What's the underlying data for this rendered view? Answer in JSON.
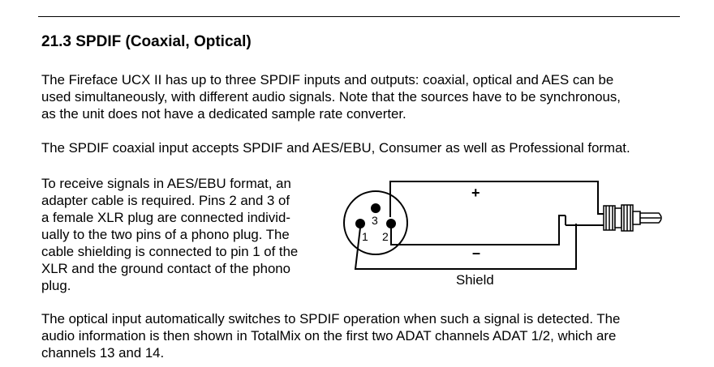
{
  "section": {
    "heading": "21.3 SPDIF (Coaxial, Optical)"
  },
  "paragraphs": {
    "intro_lines": [
      "The Fireface UCX II has up to three SPDIF inputs and outputs: coaxial, optical and AES can be",
      "used simultaneously, with different audio signals. Note that the sources have to be synchronous,",
      "as the unit does not have a dedicated sample rate converter."
    ],
    "coaxial_lines": [
      "The SPDIF coaxial input accepts SPDIF and AES/EBU, Consumer as well as Professional format."
    ],
    "adapter_lines": [
      "To receive signals in AES/EBU format, an",
      "adapter cable is required. Pins 2 and 3 of",
      "a female XLR plug are connected individ-",
      "ually to the two pins of a phono plug. The",
      "cable shielding is connected to pin 1 of the",
      "XLR and the ground contact of the phono",
      "plug."
    ],
    "optical_lines": [
      "The optical input automatically switches to SPDIF operation when such a signal is detected. The",
      "audio information is then shown in TotalMix on the first two ADAT channels ADAT 1/2, which are",
      "channels 13 and 14."
    ]
  },
  "diagram": {
    "plus_label": "+",
    "minus_label": "–",
    "shield_label": "Shield",
    "pin_labels": {
      "pin1": "1",
      "pin2": "2",
      "pin3": "3"
    }
  }
}
